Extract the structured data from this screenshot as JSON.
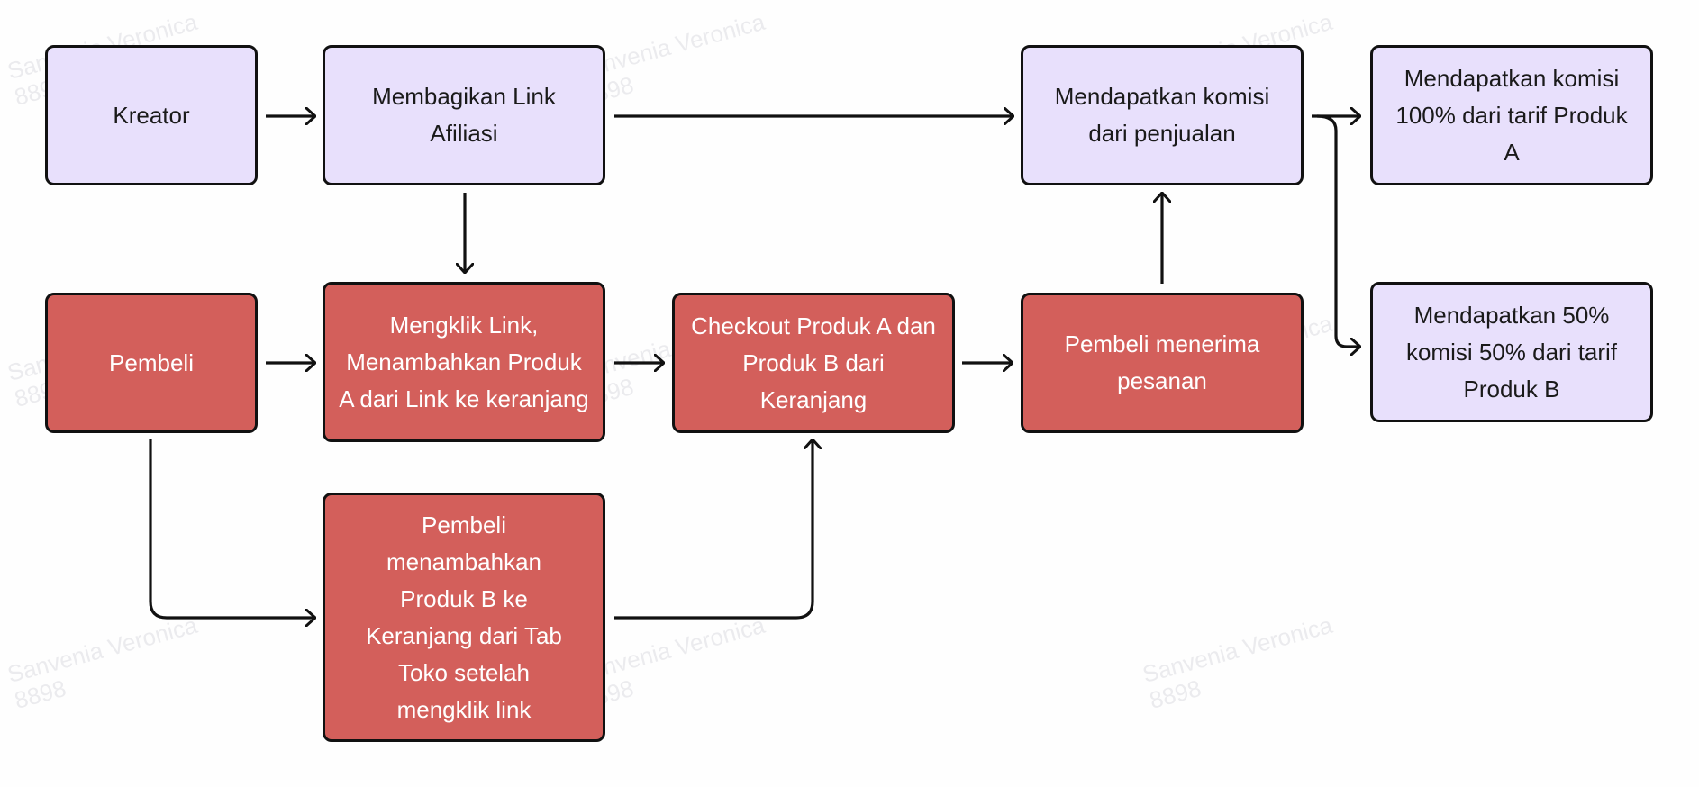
{
  "colors": {
    "creator": "#e8e0fc",
    "buyer": "#d35f5b",
    "border": "#111111"
  },
  "nodes": {
    "kreator": "Kreator",
    "membagikan": "Membagikan Link Afiliasi",
    "komisi": "Mendapatkan komisi dari penjualan",
    "komisi_a": "Mendapatkan komisi 100% dari tarif Produk A",
    "pembeli": "Pembeli",
    "mengklik": "Mengklik Link, Menambahkan Produk A dari Link ke keranjang",
    "checkout": "Checkout Produk A dan Produk B dari Keranjang",
    "menerima": "Pembeli menerima pesanan",
    "komisi_b": "Mendapatkan 50% komisi 50% dari tarif Produk B",
    "tab_toko": "Pembeli menambahkan Produk B ke Keranjang dari Tab Toko setelah mengklik link"
  },
  "watermark": "Sanvenia Veronica\n8898"
}
